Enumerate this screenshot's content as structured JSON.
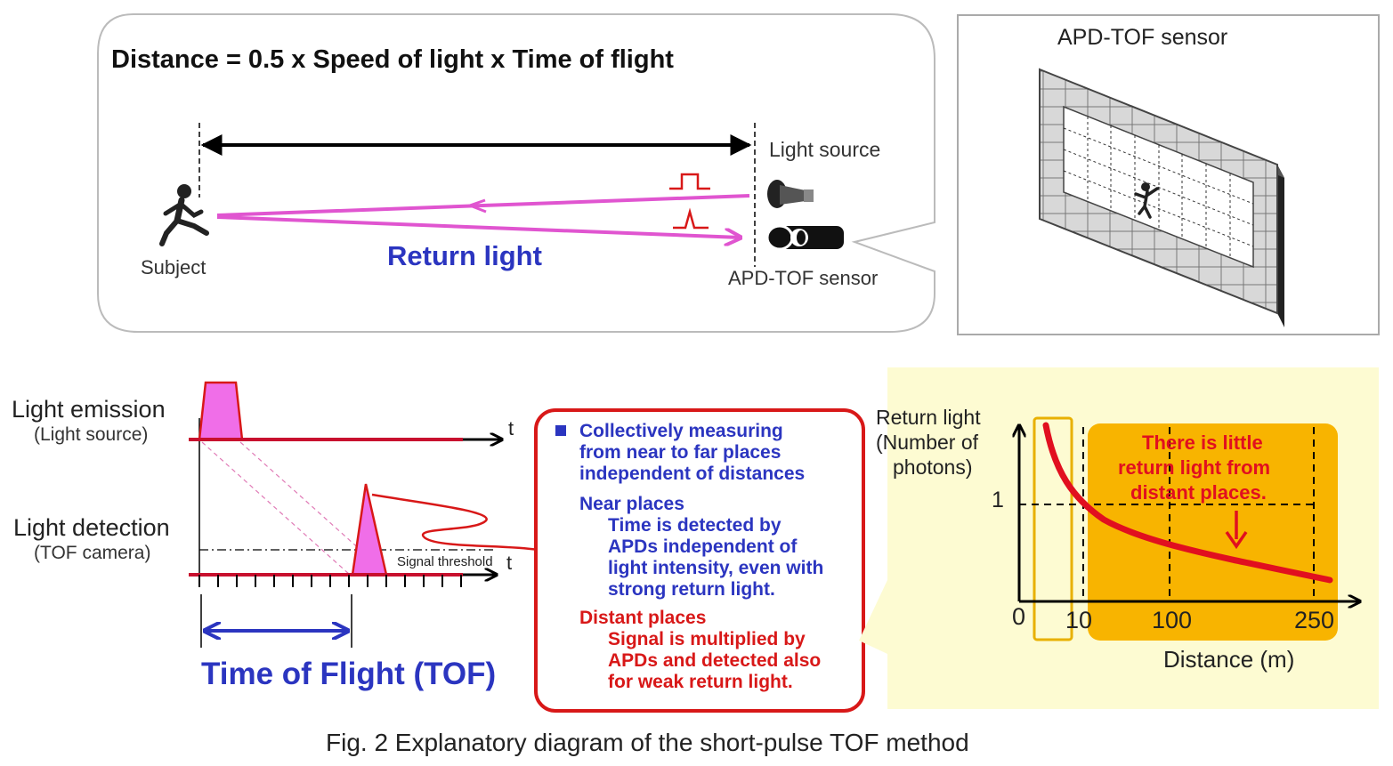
{
  "formula": "Distance = 0.5 x Speed of light x Time of flight",
  "top": {
    "light_source_label": "Light source",
    "sensor_label": "APD-TOF sensor",
    "subject_label": "Subject",
    "return_light_label": "Return light",
    "sensor_panel_title": "APD-TOF sensor"
  },
  "timing": {
    "emission_label": "Light emission",
    "emission_sub": "(Light source)",
    "detection_label": "Light detection",
    "detection_sub": "(TOF camera)",
    "t_label": "t",
    "threshold_label": "Signal threshold",
    "tof_label": "Time of Flight (TOF)"
  },
  "callout": {
    "bullet_lines": [
      "Collectively measuring",
      "from near to far places",
      "independent of distances"
    ],
    "near_title": "Near places",
    "near_lines": [
      "Time is detected by",
      "APDs independent of",
      "light intensity, even with",
      "strong return light."
    ],
    "distant_title": "Distant places",
    "distant_lines": [
      "Signal is multiplied by",
      "APDs and detected also",
      "for weak return light."
    ]
  },
  "chart_data": {
    "type": "line",
    "ylabel_lines": [
      "Return  light",
      "(Number  of",
      "photons)"
    ],
    "xlabel": "Distance (m)",
    "x_ticks": [
      "0",
      "10",
      "100",
      "250"
    ],
    "y_ticks": [
      "1"
    ],
    "annotation_lines": [
      "There is little",
      "return light  from",
      "distant  places."
    ]
  },
  "caption": "Fig. 2 Explanatory diagram of the short-pulse TOF method",
  "colors": {
    "pink": "#e055d0",
    "red": "#d81818",
    "blue": "#2b35c0",
    "orange": "#f8b400",
    "cream": "#fdfbd2"
  }
}
